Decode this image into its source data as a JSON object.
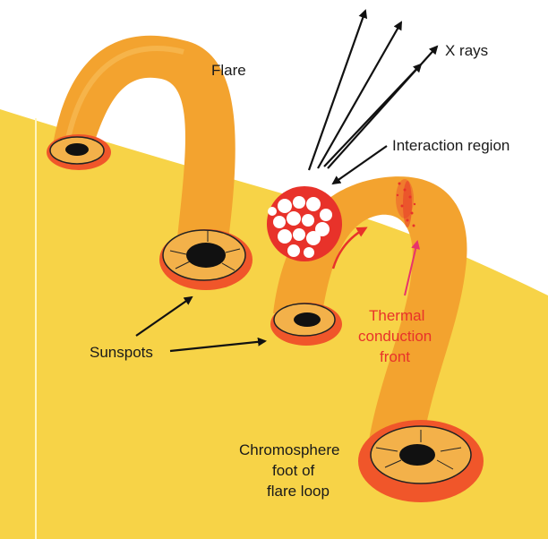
{
  "labels": {
    "flare": "Flare",
    "x_rays": "X rays",
    "interaction_region": "Interaction region",
    "sunspots": "Sunspots",
    "thermal": [
      "Thermal",
      "conduction",
      "front"
    ],
    "chromosphere": [
      "Chromosphere",
      "foot of",
      "flare loop"
    ]
  },
  "colors": {
    "sun_surface": "#f7d347",
    "loop_orange": "#f3a32f",
    "spot_red": "#f0562a",
    "thermal_text": "#e8322a",
    "pink_arrow": "#e8336b",
    "arrow_red": "#e8322a"
  }
}
